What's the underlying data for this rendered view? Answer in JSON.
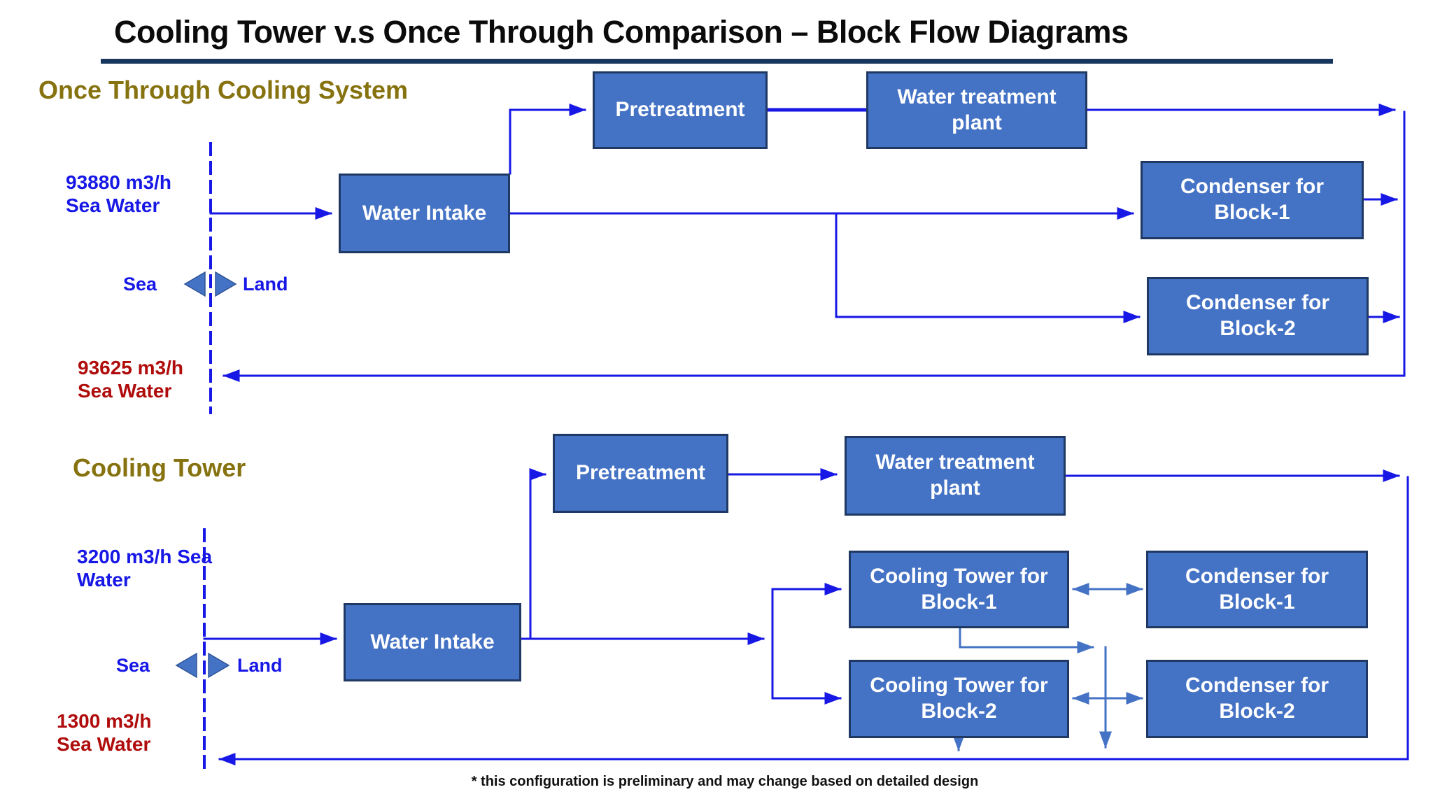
{
  "title": "Cooling Tower v.s Once Through Comparison – Block Flow Diagrams",
  "footnote": "* this configuration is preliminary and may change based on detailed design",
  "colors": {
    "box_fill": "#4472C4",
    "box_border": "#1F3864",
    "flow_line_blue": "#1717E6",
    "secondary_line_blue": "#4472C4",
    "heading_olive": "#86720F",
    "intake_label_blue": "#1717E6",
    "return_label_red": "#B00C0C",
    "title_underline_navy": "#17375E"
  },
  "once_through": {
    "heading": "Once Through Cooling System",
    "intake_flow": {
      "line1": "93880 m3/h",
      "line2": "Sea Water"
    },
    "return_flow": {
      "line1": "93625 m3/h",
      "line2": "Sea Water"
    },
    "sea_label": "Sea",
    "land_label": "Land",
    "boxes": {
      "water_intake": "Water Intake",
      "pretreatment": "Pretreatment",
      "water_treatment": "Water treatment plant",
      "condenser1": "Condenser for Block-1",
      "condenser2": "Condenser for Block-2"
    }
  },
  "cooling_tower": {
    "heading": "Cooling Tower",
    "intake_flow": {
      "line1": "3200 m3/h Sea",
      "line2": "Water"
    },
    "return_flow": {
      "line1": "1300 m3/h",
      "line2": "Sea Water"
    },
    "sea_label": "Sea",
    "land_label": "Land",
    "boxes": {
      "water_intake": "Water Intake",
      "pretreatment": "Pretreatment",
      "water_treatment": "Water treatment plant",
      "cooling_tower1": "Cooling Tower for Block-1",
      "cooling_tower2": "Cooling Tower for Block-2",
      "condenser1": "Condenser for Block-1",
      "condenser2": "Condenser for Block-2"
    }
  }
}
